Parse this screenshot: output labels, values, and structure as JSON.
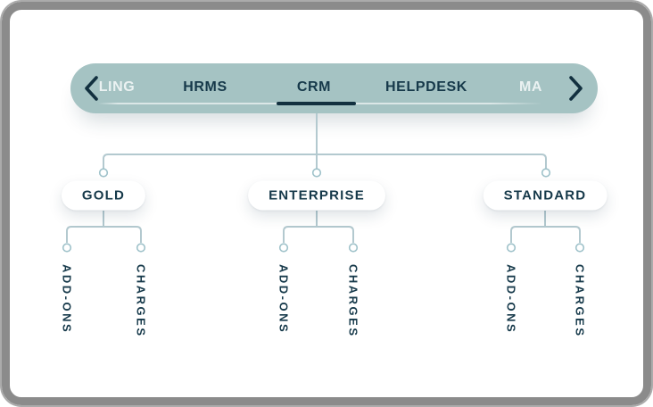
{
  "tabbar": {
    "tabs": [
      {
        "label": "LING",
        "faded": true,
        "active": false
      },
      {
        "label": "HRMS",
        "faded": false,
        "active": false
      },
      {
        "label": "CRM",
        "faded": false,
        "active": true
      },
      {
        "label": "HELPDESK",
        "faded": false,
        "active": false
      },
      {
        "label": "MA",
        "faded": true,
        "active": false
      }
    ],
    "prev_icon": "chevron-left",
    "next_icon": "chevron-right"
  },
  "tree": {
    "root_tab": "CRM",
    "plans": [
      {
        "label": "GOLD",
        "children": [
          {
            "label": "ADD-ONS"
          },
          {
            "label": "CHARGES"
          }
        ]
      },
      {
        "label": "ENTERPRISE",
        "children": [
          {
            "label": "ADD-ONS"
          },
          {
            "label": "CHARGES"
          }
        ]
      },
      {
        "label": "STANDARD",
        "children": [
          {
            "label": "ADD-ONS"
          },
          {
            "label": "CHARGES"
          }
        ]
      }
    ]
  },
  "colors": {
    "tab_pill_bg": "#a5c3c3",
    "dark_text": "#16394a",
    "active_underline": "#12303f",
    "faded_tab_text": "#c7dbdb",
    "connector_line": "#b3c9cf",
    "connector_dot_stroke": "#9fc2ca",
    "node_bg": "#ffffff",
    "frame_border": "#8b8b8b",
    "card_bg": "#ffffff"
  }
}
